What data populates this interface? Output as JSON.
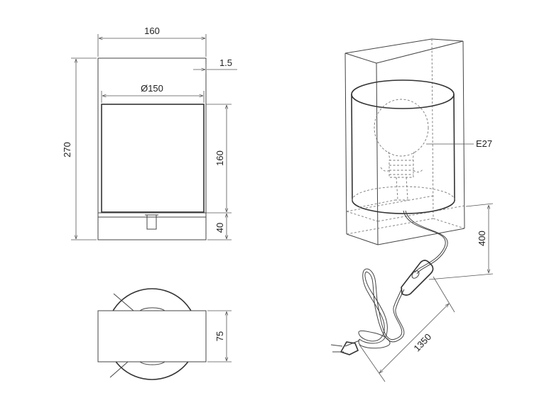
{
  "labels": {
    "width": "160",
    "thickness": "1.5",
    "shade_diameter": "Ø150",
    "height": "270",
    "shade_height": "160",
    "base_height": "40",
    "depth": "75",
    "socket": "E27",
    "cable_height": "400",
    "cable_length": "1350"
  }
}
